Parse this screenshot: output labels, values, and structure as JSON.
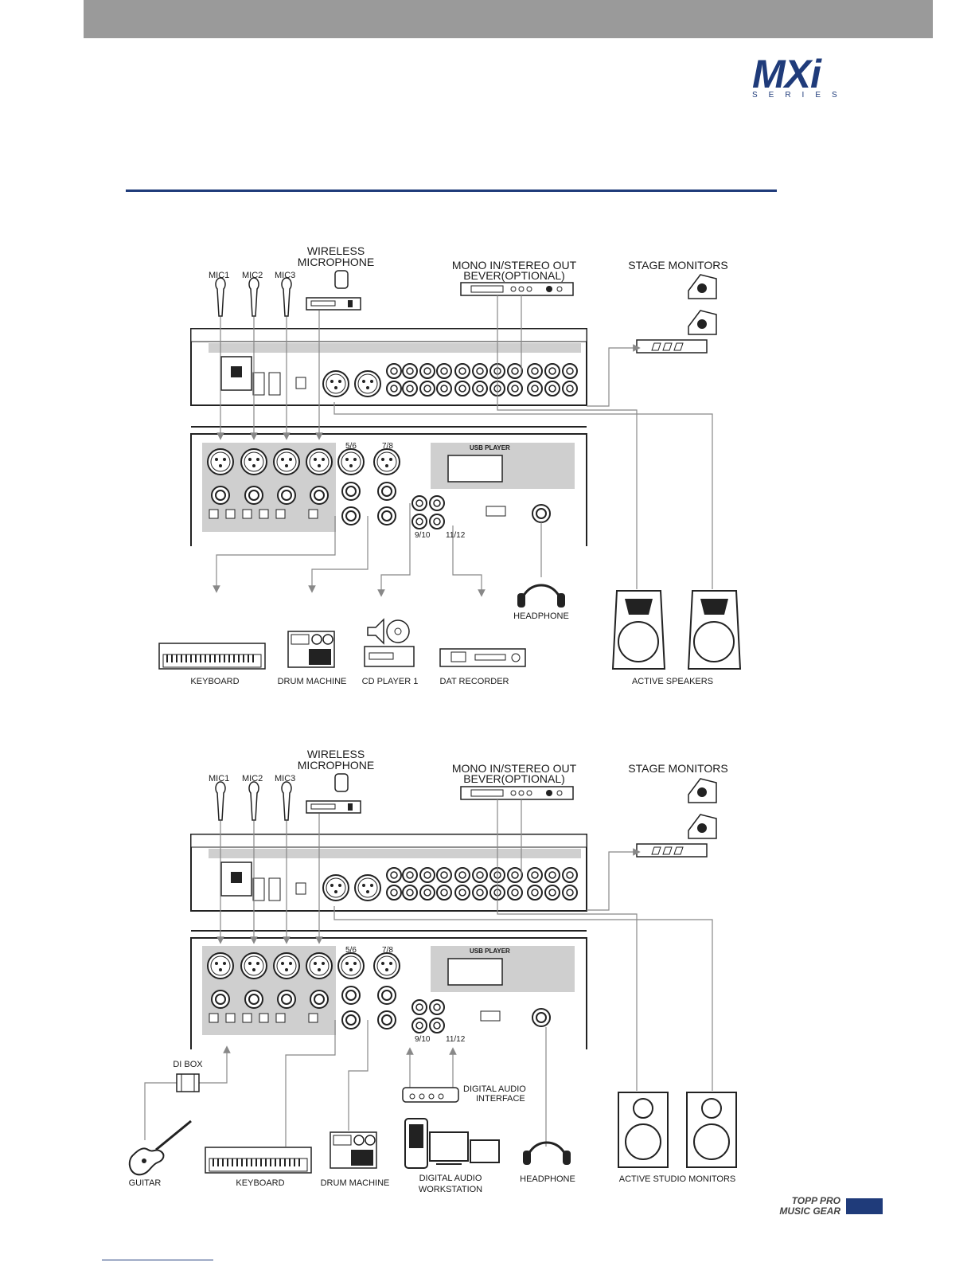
{
  "header": {
    "logo_text": "MXi",
    "logo_sub": "SERIES"
  },
  "diagram1": {
    "mic1": "MIC1",
    "mic2": "MIC2",
    "mic3": "MIC3",
    "wireless_line1": "WIRELESS",
    "wireless_line2": "MICROPHONE",
    "mono_line1": "MONO IN/STEREO OUT",
    "mono_line2": "BEVER(OPTIONAL)",
    "stage_monitors": "STAGE MONITORS",
    "keyboard": "KEYBOARD",
    "drum_machine": "DRUM MACHINE",
    "cd_player": "CD PLAYER 1",
    "dat_recorder": "DAT RECORDER",
    "headphone": "HEADPHONE",
    "active_speakers": "ACTIVE SPEAKERS",
    "usb_player": "USB PLAYER",
    "ch_56": "5/6",
    "ch_78": "7/8",
    "ch_910": "9/10",
    "ch_1112": "11/12"
  },
  "diagram2": {
    "mic1": "MIC1",
    "mic2": "MIC2",
    "mic3": "MIC3",
    "wireless_line1": "WIRELESS",
    "wireless_line2": "MICROPHONE",
    "mono_line1": "MONO IN/STEREO OUT",
    "mono_line2": "BEVER(OPTIONAL)",
    "stage_monitors": "STAGE MONITORS",
    "di_box": "DI BOX",
    "guitar": "GUITAR",
    "keyboard": "KEYBOARD",
    "drum_machine": "DRUM MACHINE",
    "dai_line1": "DIGITAL AUDIO",
    "dai_line2": "INTERFACE",
    "daw_line1": "DIGITAL AUDIO",
    "daw_line2": "WORKSTATION",
    "headphone": "HEADPHONE",
    "active_studio_monitors": "ACTIVE STUDIO MONITORS",
    "usb_player": "USB PLAYER",
    "ch_56": "5/6",
    "ch_78": "7/8",
    "ch_910": "9/10",
    "ch_1112": "11/12"
  },
  "footer": {
    "brand_line1": "TOPP PRO",
    "brand_line2": "MUSIC GEAR"
  }
}
